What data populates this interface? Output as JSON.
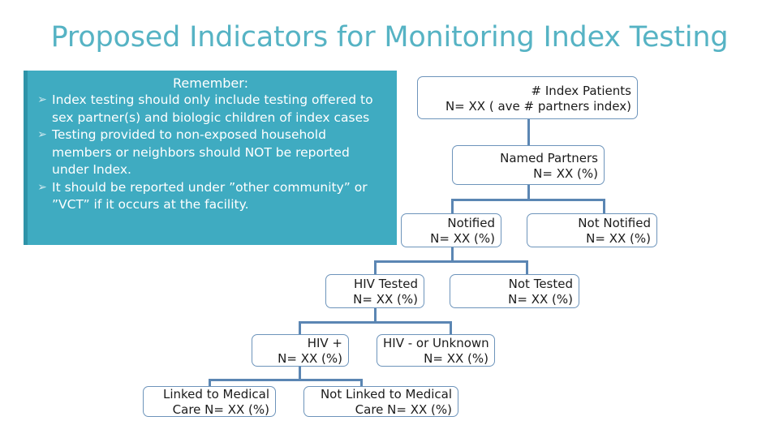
{
  "slide": {
    "title": "Proposed Indicators for Monitoring Index Testing",
    "background_color": "#ffffff",
    "title_color": "#56b3c4"
  },
  "callout": {
    "name": "remember-callout",
    "fill_color": "#3fabc1",
    "accent_color": "#2e93a8",
    "text_color": "#ffffff",
    "heading": "Remember:",
    "bullet_glyph": "➢",
    "items": [
      "Index testing should only include testing offered to sex partner(s) and biologic children of index cases",
      "Testing provided to non-exposed household members or neighbors should NOT be reported under Index.",
      "It should be reported under ”other community” or ”VCT” if it occurs at the facility."
    ]
  },
  "flowchart": {
    "name": "index-testing-cascade",
    "border_color": "#6d94bb",
    "connector_color": "#5b86b3",
    "nodes": [
      {
        "id": "index-patients",
        "line1": "# Index Patients",
        "line2": "N= XX    ( ave # partners index)"
      },
      {
        "id": "named-partners",
        "line1": "Named Partners",
        "line2": "N= XX (%)"
      },
      {
        "id": "notified",
        "line1": "Notified",
        "line2": "N= XX (%)"
      },
      {
        "id": "not-notified",
        "line1": "Not Notified",
        "line2": "N= XX (%)"
      },
      {
        "id": "hiv-tested",
        "line1": "HIV Tested",
        "line2": "N= XX (%)"
      },
      {
        "id": "not-tested",
        "line1": "Not Tested",
        "line2": "N= XX (%)"
      },
      {
        "id": "hiv-positive",
        "line1": "HIV +",
        "line2": "N= XX (%)"
      },
      {
        "id": "hiv-negative-unknown",
        "line1": "HIV - or Unknown",
        "line2": "N= XX (%)"
      },
      {
        "id": "linked-to-care",
        "line1": "Linked to Medical",
        "line2": "Care      N= XX (%)"
      },
      {
        "id": "not-linked-to-care",
        "line1": "Not Linked to Medical",
        "line2": "Care N= XX (%)"
      }
    ]
  }
}
